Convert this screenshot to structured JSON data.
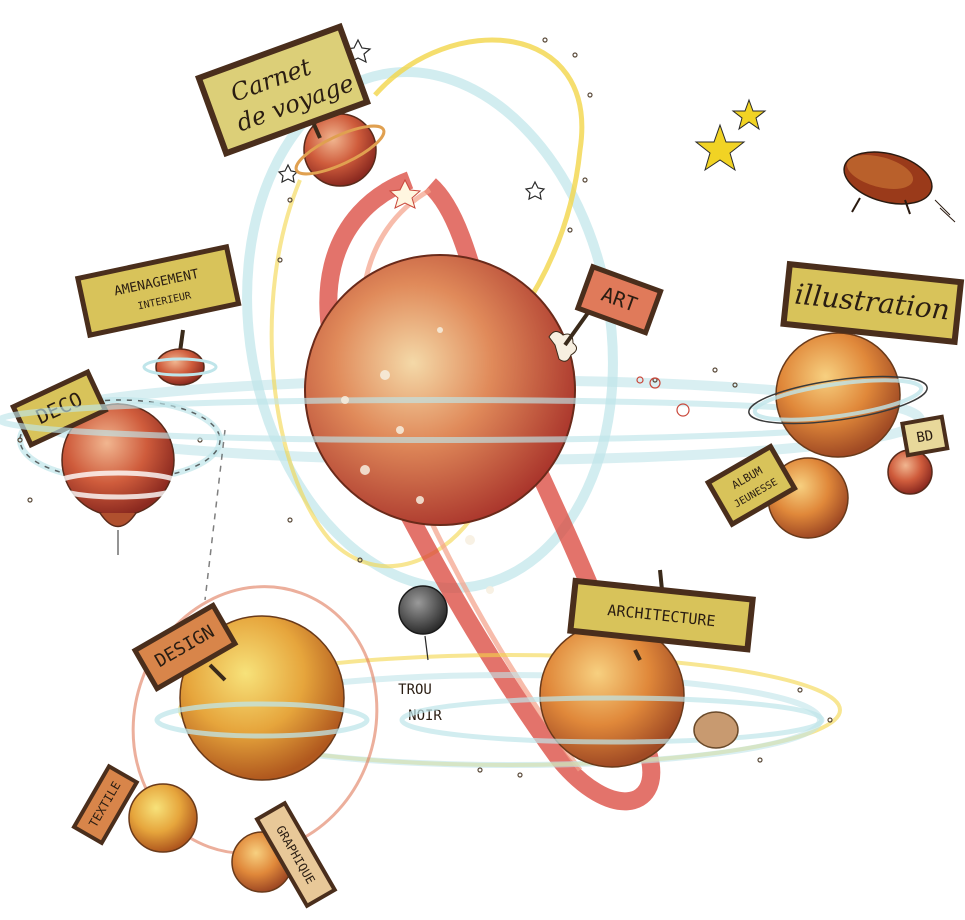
{
  "signs": {
    "carnet_line1": "Carnet",
    "carnet_line2": "de voyage",
    "amenagement_line1": "AMENAGEMENT",
    "amenagement_line2": "INTERIEUR",
    "deco": "DECO",
    "art": "ART",
    "illustration": "illustration",
    "bd": "BD",
    "album_line1": "ALBUM",
    "album_line2": "JEUNESSE",
    "architecture": "ARCHITECTURE",
    "design": "DESIGN",
    "textile": "TEXTILE",
    "graphique": "GRAPHIQUE"
  },
  "annotations": {
    "trou_line1": "TROU",
    "trou_line2": "NOIR"
  },
  "colors": {
    "planet_orange": "#d97a3a",
    "planet_red": "#c9473a",
    "planet_yellow": "#e8b64a",
    "sign_fill": "#d8c35a",
    "sign_border": "#4a2e1c",
    "orbit_blue": "#a9dde4",
    "orbit_yellow": "#f3d64a",
    "orbit_red": "#d9443a",
    "star_yellow": "#f1d324"
  }
}
